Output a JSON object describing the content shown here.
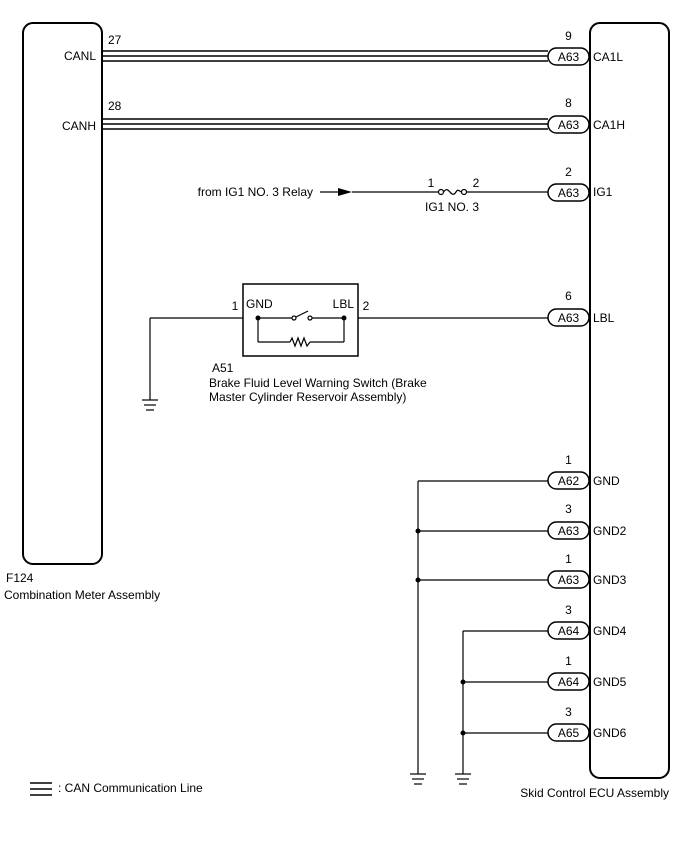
{
  "left_component": {
    "code": "F124",
    "name": "Combination Meter Assembly",
    "pins": [
      {
        "number": "27",
        "name": "CANL"
      },
      {
        "number": "28",
        "name": "CANH"
      }
    ]
  },
  "right_component": {
    "name": "Skid Control ECU Assembly",
    "terminals": [
      {
        "pin": "9",
        "connector": "A63",
        "name": "CA1L"
      },
      {
        "pin": "8",
        "connector": "A63",
        "name": "CA1H"
      },
      {
        "pin": "2",
        "connector": "A63",
        "name": "IG1"
      },
      {
        "pin": "6",
        "connector": "A63",
        "name": "LBL"
      },
      {
        "pin": "1",
        "connector": "A62",
        "name": "GND"
      },
      {
        "pin": "3",
        "connector": "A63",
        "name": "GND2"
      },
      {
        "pin": "1",
        "connector": "A63",
        "name": "GND3"
      },
      {
        "pin": "3",
        "connector": "A64",
        "name": "GND4"
      },
      {
        "pin": "1",
        "connector": "A64",
        "name": "GND5"
      },
      {
        "pin": "3",
        "connector": "A65",
        "name": "GND6"
      }
    ]
  },
  "ig1_feed": {
    "source": "from IG1 NO. 3 Relay",
    "fuse_name": "IG1 NO. 3",
    "fuse_pin_in": "1",
    "fuse_pin_out": "2"
  },
  "switch": {
    "code": "A51",
    "name_line1": "Brake Fluid Level Warning Switch (Brake",
    "name_line2": "Master Cylinder Reservoir Assembly)",
    "pin_left": "1",
    "pin_right": "2",
    "label_left": "GND",
    "label_right": "LBL"
  },
  "legend": {
    "text": ": CAN Communication Line"
  }
}
